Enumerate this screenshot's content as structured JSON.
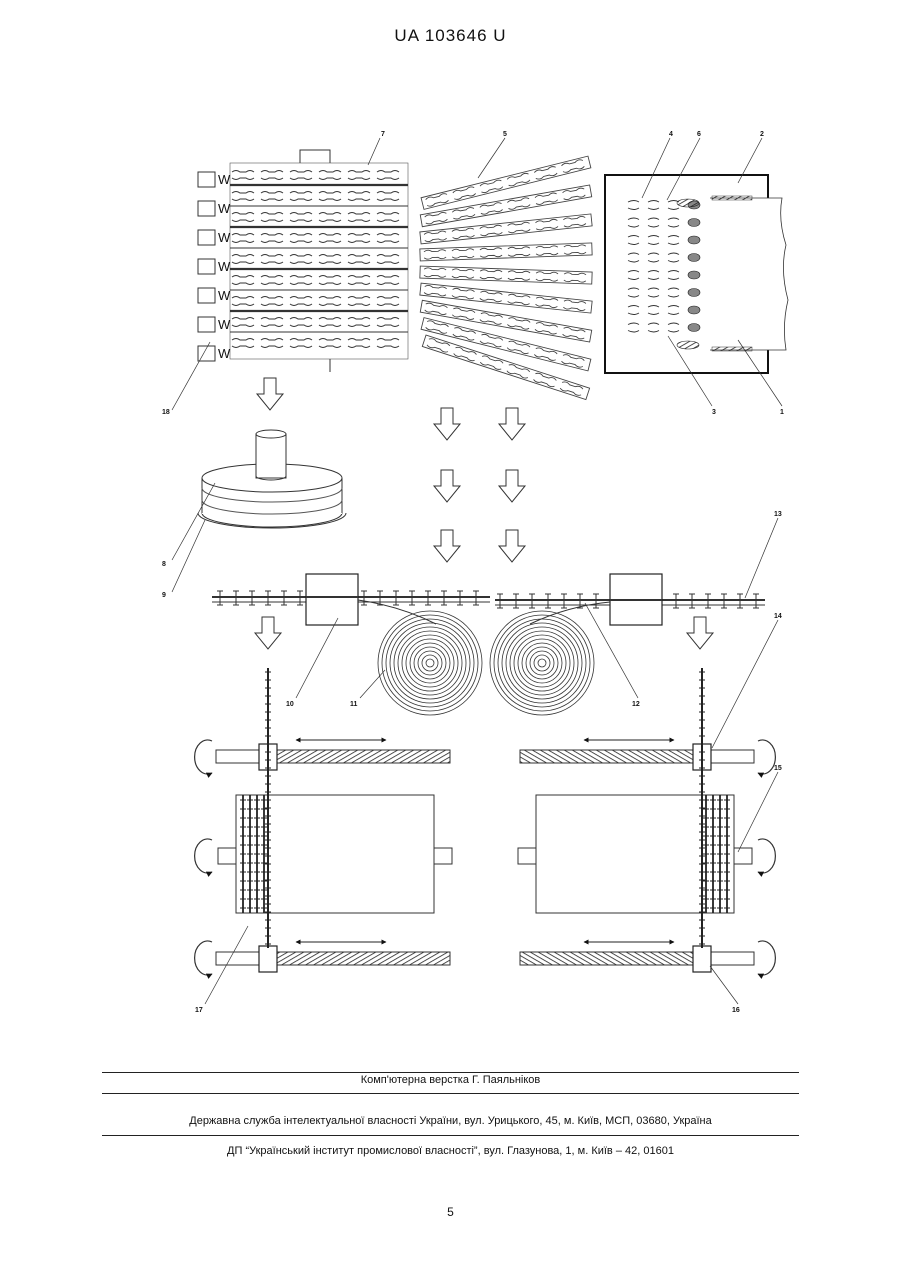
{
  "header": {
    "patent_number": "UA   103646   U"
  },
  "figure": {
    "labels": {
      "l1": "1",
      "l2": "2",
      "l3": "3",
      "l4": "4",
      "l5": "5",
      "l6": "6",
      "l7": "7",
      "l8": "8",
      "l9": "9",
      "l10": "10",
      "l11": "11",
      "l12": "12",
      "l13": "13",
      "l14": "14",
      "l15": "15",
      "l16": "16",
      "l17": "17",
      "l18": "18"
    },
    "w_mark": "W"
  },
  "footer": {
    "layout_credit": "Комп'ютерна верстка Г. Паяльніков",
    "office_address": "Державна служба інтелектуальної власності України, вул. Урицького, 45, м. Київ, МСП, 03680, Україна",
    "institute_address": "ДП “Український інститут промислової власності”, вул. Глазунова, 1, м. Київ – 42, 01601"
  },
  "page_number": "5"
}
